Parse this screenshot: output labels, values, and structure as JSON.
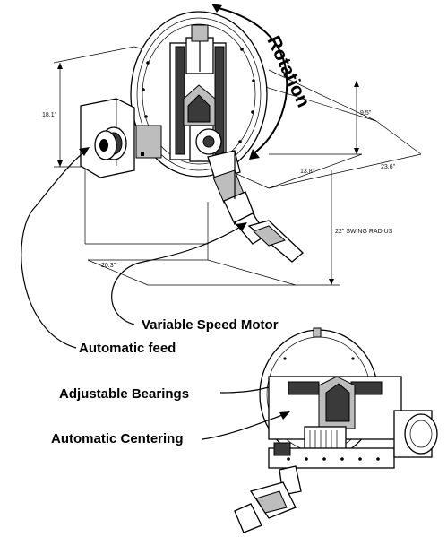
{
  "labels": {
    "rotation": "Rotation",
    "variable_speed_motor": "Variable Speed Motor",
    "automatic_feed": "Automatic feed",
    "adjustable_bearings": "Adjustable Bearings",
    "automatic_centering": "Automatic Centering"
  },
  "dimensions": {
    "height_left": "18.1\"",
    "height_right": "9.5\"",
    "depth_mid": "13.8\"",
    "depth_total": "23.6\"",
    "swing_radius": "22\" SWING RADIUS",
    "width_base": "20.3\""
  }
}
